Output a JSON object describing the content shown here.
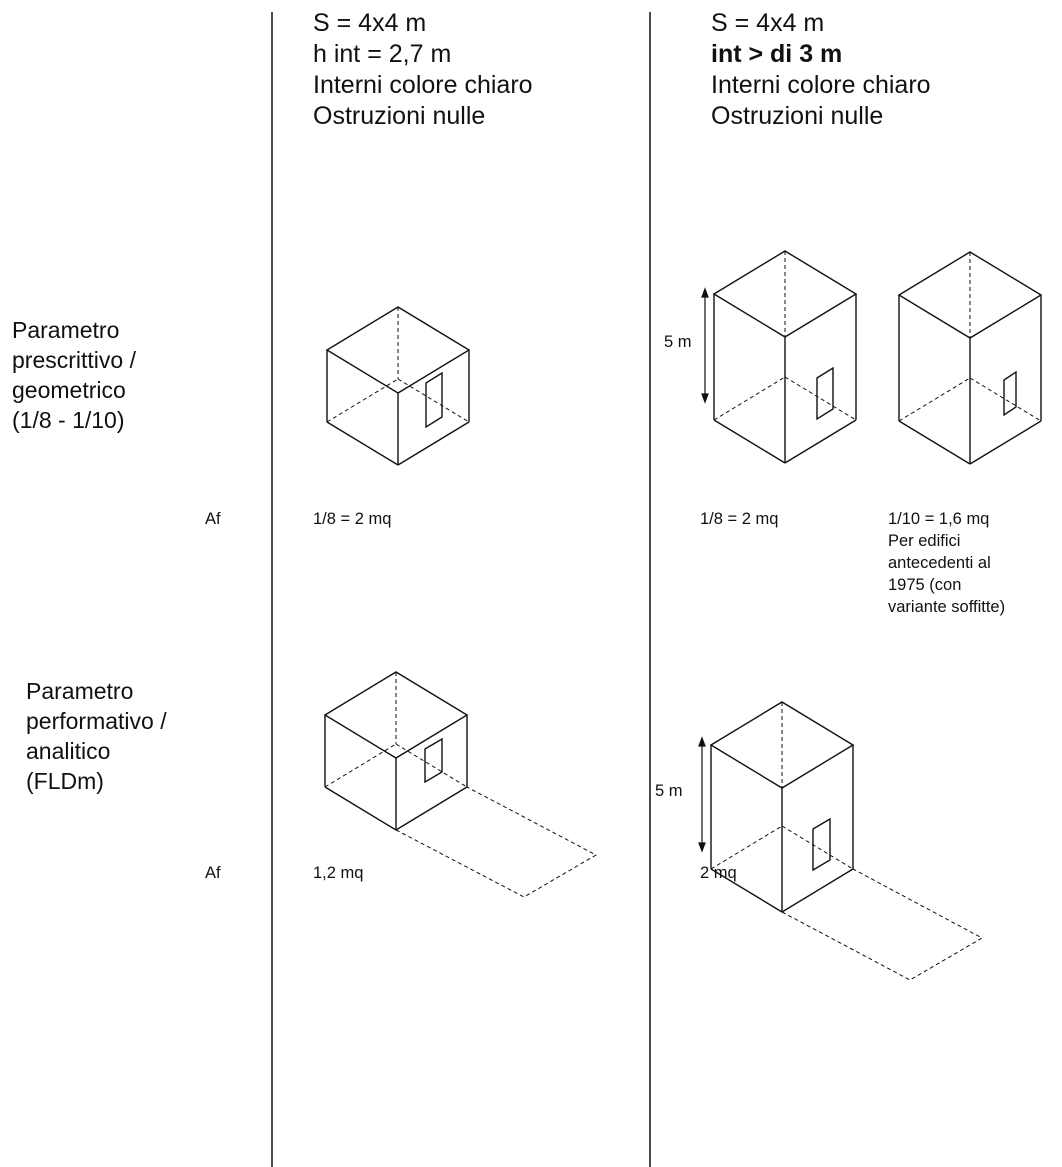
{
  "header_left": {
    "line1": "S = 4x4 m",
    "line2": "h int = 2,7 m",
    "line3": "Interni colore chiaro",
    "line4": "Ostruzioni nulle"
  },
  "header_right": {
    "line1": "S = 4x4 m",
    "line2": "int > di 3 m",
    "line3": "Interni colore chiaro",
    "line4": "Ostruzioni nulle"
  },
  "row1_label": [
    "Parametro",
    "prescrittivo /",
    "geometrico",
    "(1/8 - 1/10)"
  ],
  "row2_label": [
    "Parametro",
    "performativo /",
    "analitico",
    "(FLDm)"
  ],
  "af_label": "Af",
  "row1_values": {
    "left": "1/8 = 2 mq",
    "mid": "1/8 = 2 mq",
    "right_lines": [
      "1/10  = 1,6 mq",
      "Per edifici",
      "antecedenti al",
      "1975 (con",
      "variante soffitte)"
    ]
  },
  "row2_values": {
    "left": "1,2 mq",
    "mid": "2 mq"
  },
  "dimension_label": "5 m",
  "colors": {
    "line": "#111111",
    "background": "#ffffff"
  }
}
